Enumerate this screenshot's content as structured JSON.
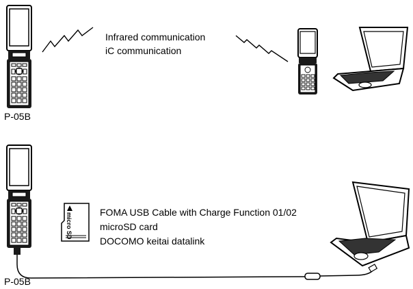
{
  "top_section": {
    "phone_label": "P-05B",
    "methods": [
      "Infrared communication",
      "iC communication"
    ]
  },
  "bottom_section": {
    "phone_label": "P-05B",
    "items": [
      "FOMA USB Cable with Charge Function 01/02",
      "microSD card",
      "DOCOMO keitai datalink"
    ],
    "sd_card_text": "micro SD"
  },
  "colors": {
    "line": "#000000",
    "device_dark": "#1a1a1a",
    "screen": "#ffffff"
  }
}
